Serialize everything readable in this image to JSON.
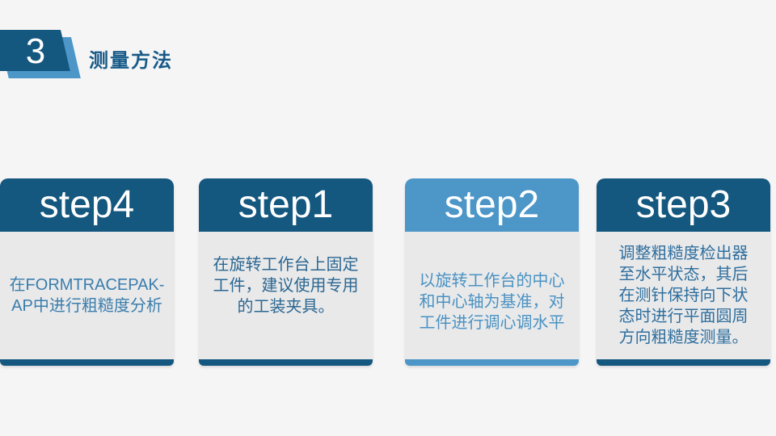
{
  "slide": {
    "section_number": "3",
    "section_title": "测量方法"
  },
  "colors": {
    "background": "#f5f5f6",
    "card_body_bg": "#e9e9ea",
    "dark_blue": "#14577f",
    "light_blue": "#4c96c8",
    "title_text": "#175a88"
  },
  "steps": [
    {
      "label": "step1",
      "text": "在旋转工作台上固定\n工件，建议使用专用\n的工装夹具。",
      "accent": "#14577f",
      "text_color": "#2b6791"
    },
    {
      "label": "step2",
      "text": "以旋转工作台的中心\n和中心轴为基准，对\n工件进行调心调水平",
      "accent": "#4c96c8",
      "text_color": "#4a92c2"
    },
    {
      "label": "step3",
      "text": "调整粗糙度检出器\n至水平状态，其后\n在测针保持向下状\n态时进行平面圆周\n方向粗糙度测量。",
      "accent": "#14577f",
      "text_color": "#2f6f9e"
    },
    {
      "label": "step4",
      "text": "在FORMTRACEPAK-\nAP中进行粗糙度分析",
      "accent": "#14577f",
      "text_color": "#3a7dac"
    }
  ]
}
